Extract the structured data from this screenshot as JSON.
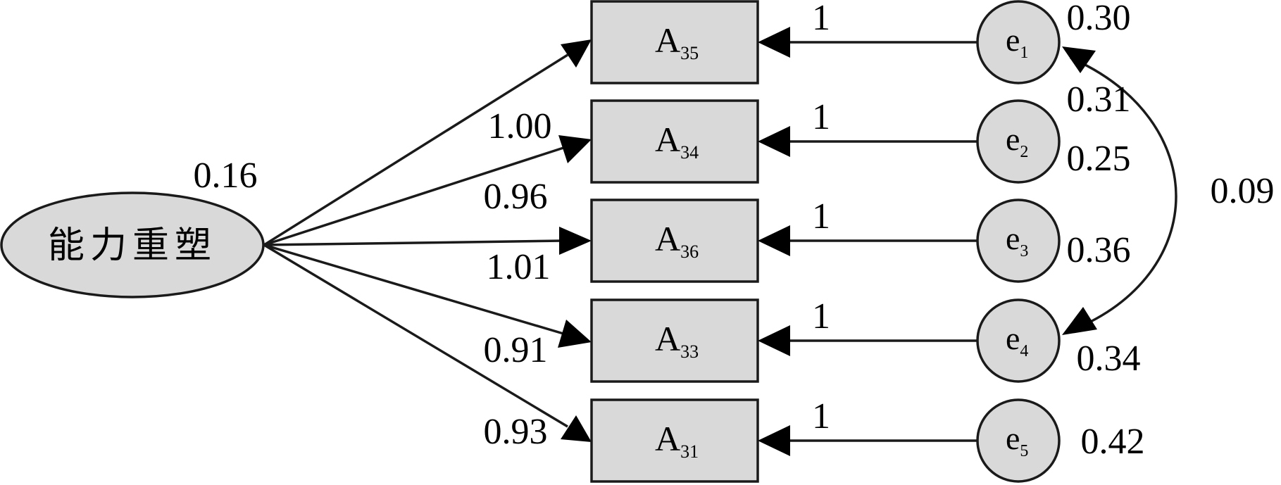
{
  "latent": {
    "label": "能力重塑",
    "variance": "0.16"
  },
  "indicators": [
    {
      "main": "A",
      "sub": "35",
      "loading": "",
      "path_label": "1",
      "error": {
        "main": "e",
        "sub": "1",
        "variance": "0.30"
      }
    },
    {
      "main": "A",
      "sub": "34",
      "loading": "1.00",
      "path_label": "1",
      "error": {
        "main": "e",
        "sub": "2",
        "variance": "0.25"
      }
    },
    {
      "main": "A",
      "sub": "36",
      "loading": "0.96",
      "path_label": "1",
      "error": {
        "main": "e",
        "sub": "3",
        "variance": "0.36"
      }
    },
    {
      "main": "A",
      "sub": "33",
      "loading": "1.01",
      "path_label": "1",
      "error": {
        "main": "e",
        "sub": "4",
        "variance": "0.34"
      }
    },
    {
      "main": "A",
      "sub": "31",
      "loading": "0.91",
      "path_label": "1",
      "error": {
        "main": "e",
        "sub": "5",
        "variance": "0.42"
      }
    }
  ],
  "extra_loading": "0.93",
  "covariance": {
    "label": "0.09",
    "cov_label_top": "0.31"
  }
}
